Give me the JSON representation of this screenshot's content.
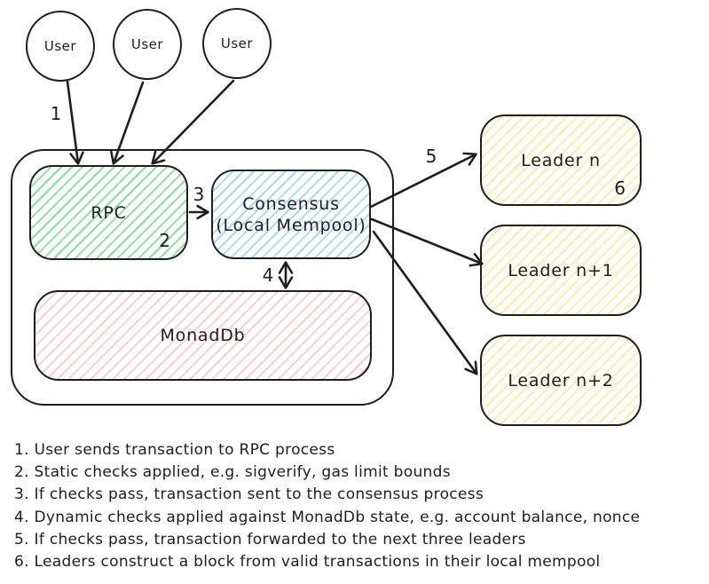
{
  "users": [
    "User",
    "User",
    "User"
  ],
  "boxes": {
    "rpc": {
      "label": "RPC"
    },
    "consensus": {
      "label_line1": "Consensus",
      "label_line2": "(Local Mempool)"
    },
    "monaddb": {
      "label": "MonadDb"
    }
  },
  "leaders": [
    {
      "label": "Leader n"
    },
    {
      "label": "Leader n+1"
    },
    {
      "label": "Leader n+2"
    }
  ],
  "steps": [
    "1",
    "2",
    "3",
    "4",
    "5",
    "6"
  ],
  "notes": {
    "items": [
      "1. User sends transaction to RPC process",
      "2. Static checks applied, e.g. sigverify, gas limit bounds",
      "3. If checks pass, transaction sent to the consensus process",
      "4. Dynamic checks applied against MonadDb state, e.g. account balance, nonce",
      "5. If checks pass, transaction forwarded to the next three leaders",
      "6. Leaders construct a block from valid transactions in their local mempool"
    ]
  },
  "colors": {
    "stroke": "#1e1e1e",
    "rpc_hatch": "#85e298",
    "consensus_hatch": "#a5d8ff",
    "monaddb_hatch": "#ffc9c9",
    "leader_hatch": "#ffe9a3",
    "background": "#ffffff"
  }
}
